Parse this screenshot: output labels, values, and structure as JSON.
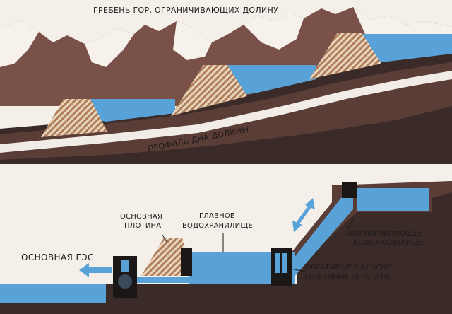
{
  "labels": {
    "ridge": "ГРЕБЕНЬ ГОР, ОГРАНИЧИВАЮЩИХ ДОЛИНУ",
    "valley_profile": "ПРОФИЛЬ ДНА ДОЛИНЫ",
    "main_dam_line1": "ОСНОВНАЯ",
    "main_dam_line2": "ПЛОТИНА",
    "main_reservoir_line1": "ГЛАВНОЕ",
    "main_reservoir_line2": "ВОДОХРАНИЛИЩЕ",
    "storage_line1": "АККУМУЛИРУЮЩЕЕ",
    "storage_line2": "ВОДОХРАНИЛИЩЕ",
    "pump_line1": "ОБРАТИМЫЕ НАСОСНО-",
    "pump_line2": "ТУРБИННЫЕ АГРЕГАТЫ",
    "main_hpp": "ОСНОВНАЯ ГЭС"
  },
  "colors": {
    "sky": "#f4efe8",
    "mountain": "#7a5148",
    "snow": "#f7f1ec",
    "water": "#58a2d8",
    "dam_hatch": "#b58a65",
    "ground_dark": "#3a2a28",
    "ground_mid": "#5a3d36",
    "valley_band": "#f2ece6",
    "arrow": "#58a2d8",
    "equipment": "#1c1717"
  }
}
